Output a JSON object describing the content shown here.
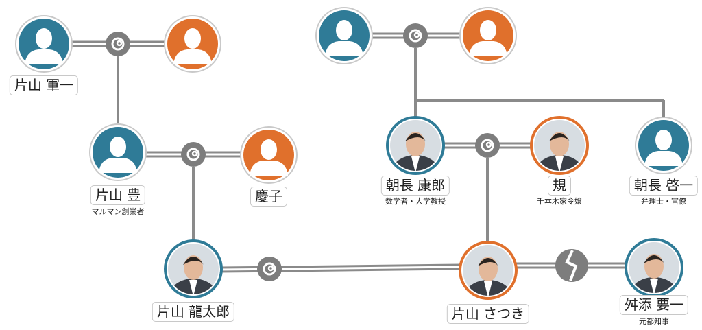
{
  "colors": {
    "male": "#2f7b97",
    "female": "#e0702c",
    "line": "#8a8a8a",
    "connector": "#7d7d7d",
    "ring": "#c9c9c9"
  },
  "people": [
    {
      "id": "katayama-gunichi",
      "name": "片山 軍一",
      "gender": "male",
      "photo": false
    },
    {
      "id": "gunichi-wife",
      "name": "",
      "gender": "female",
      "photo": false
    },
    {
      "id": "katayama-yutaka",
      "name": "片山 豊",
      "sub": "マルマン創業者",
      "gender": "male",
      "photo": false
    },
    {
      "id": "keiko",
      "name": "慶子",
      "gender": "female",
      "photo": false
    },
    {
      "id": "katayama-ryutaro",
      "name": "片山 龍太郎",
      "gender": "male",
      "photo": true
    },
    {
      "id": "asanaga-grandfather",
      "name": "",
      "gender": "male",
      "photo": false
    },
    {
      "id": "asanaga-grandmother",
      "name": "",
      "gender": "female",
      "photo": false
    },
    {
      "id": "asanaga-yasuo",
      "name": "朝長 康郎",
      "sub": "数学者・大学教授",
      "gender": "male",
      "photo": true
    },
    {
      "id": "nori",
      "name": "規",
      "sub": "千本木家令嬢",
      "gender": "female",
      "photo": true
    },
    {
      "id": "asanaga-keiichi",
      "name": "朝長 啓一",
      "sub": "弁理士・官僚",
      "gender": "male",
      "photo": false
    },
    {
      "id": "katayama-satsuki",
      "name": "片山 さつき",
      "gender": "female",
      "photo": true
    },
    {
      "id": "masuzoe-yoichi",
      "name": "舛添 要一",
      "sub": "元都知事",
      "gender": "male",
      "photo": true
    }
  ],
  "relations": [
    {
      "a": "katayama-gunichi",
      "b": "gunichi-wife",
      "type": "married"
    },
    {
      "a": "katayama-yutaka",
      "b": "keiko",
      "type": "married"
    },
    {
      "a": "asanaga-grandfather",
      "b": "asanaga-grandmother",
      "type": "married"
    },
    {
      "a": "asanaga-yasuo",
      "b": "nori",
      "type": "married"
    },
    {
      "a": "katayama-ryutaro",
      "b": "katayama-satsuki",
      "type": "married"
    },
    {
      "a": "katayama-satsuki",
      "b": "masuzoe-yoichi",
      "type": "divorced"
    }
  ]
}
